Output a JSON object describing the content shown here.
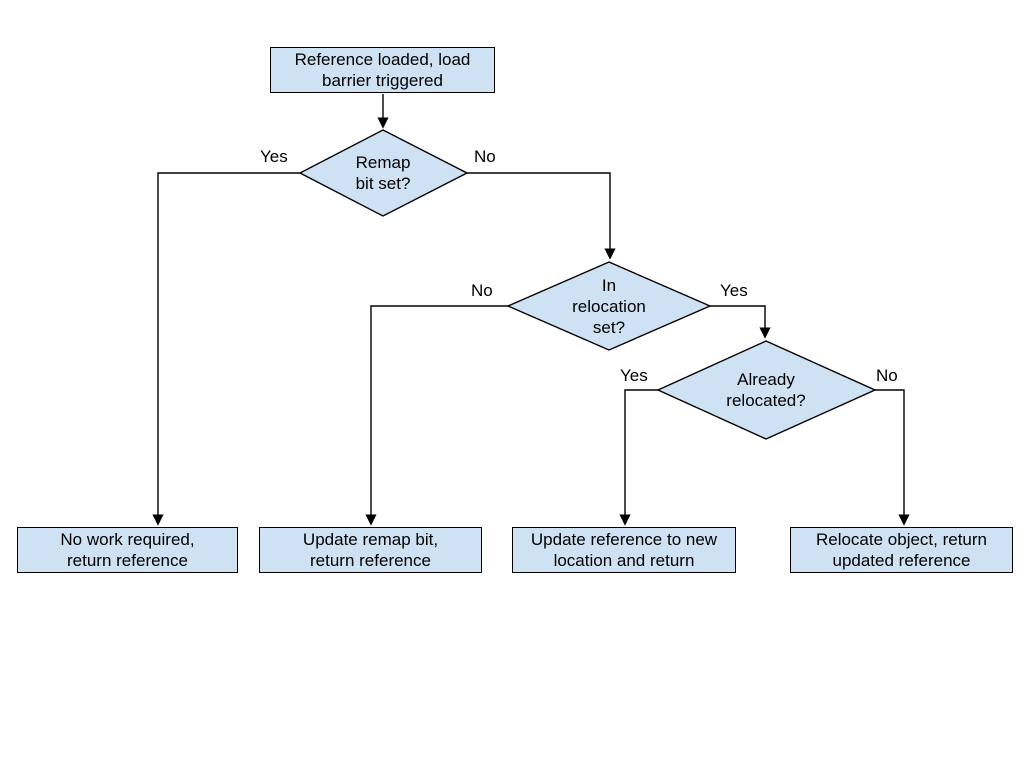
{
  "diagram": {
    "type": "flowchart",
    "colors": {
      "node_fill": "#cfe2f3",
      "node_border": "#000000",
      "edge": "#000000",
      "text": "#000000",
      "background": "#ffffff"
    },
    "nodes": {
      "start": {
        "type": "process",
        "lines": [
          "Reference loaded, load",
          "barrier triggered"
        ]
      },
      "remap_bit_set": {
        "type": "decision",
        "lines": [
          "Remap",
          "bit set?"
        ]
      },
      "in_relocation_set": {
        "type": "decision",
        "lines": [
          "In",
          "relocation",
          "set?"
        ]
      },
      "already_relocated": {
        "type": "decision",
        "lines": [
          "Already",
          "relocated?"
        ]
      },
      "no_work": {
        "type": "terminal",
        "lines": [
          "No work required,",
          "return reference"
        ]
      },
      "update_remap": {
        "type": "terminal",
        "lines": [
          "Update remap bit,",
          "return reference"
        ]
      },
      "update_reference": {
        "type": "terminal",
        "lines": [
          "Update reference to new",
          "location and return"
        ]
      },
      "relocate_object": {
        "type": "terminal",
        "lines": [
          "Relocate object, return",
          "updated reference"
        ]
      }
    },
    "edge_labels": {
      "remap_yes": "Yes",
      "remap_no": "No",
      "relocation_no": "No",
      "relocation_yes": "Yes",
      "relocated_yes": "Yes",
      "relocated_no": "No"
    }
  }
}
